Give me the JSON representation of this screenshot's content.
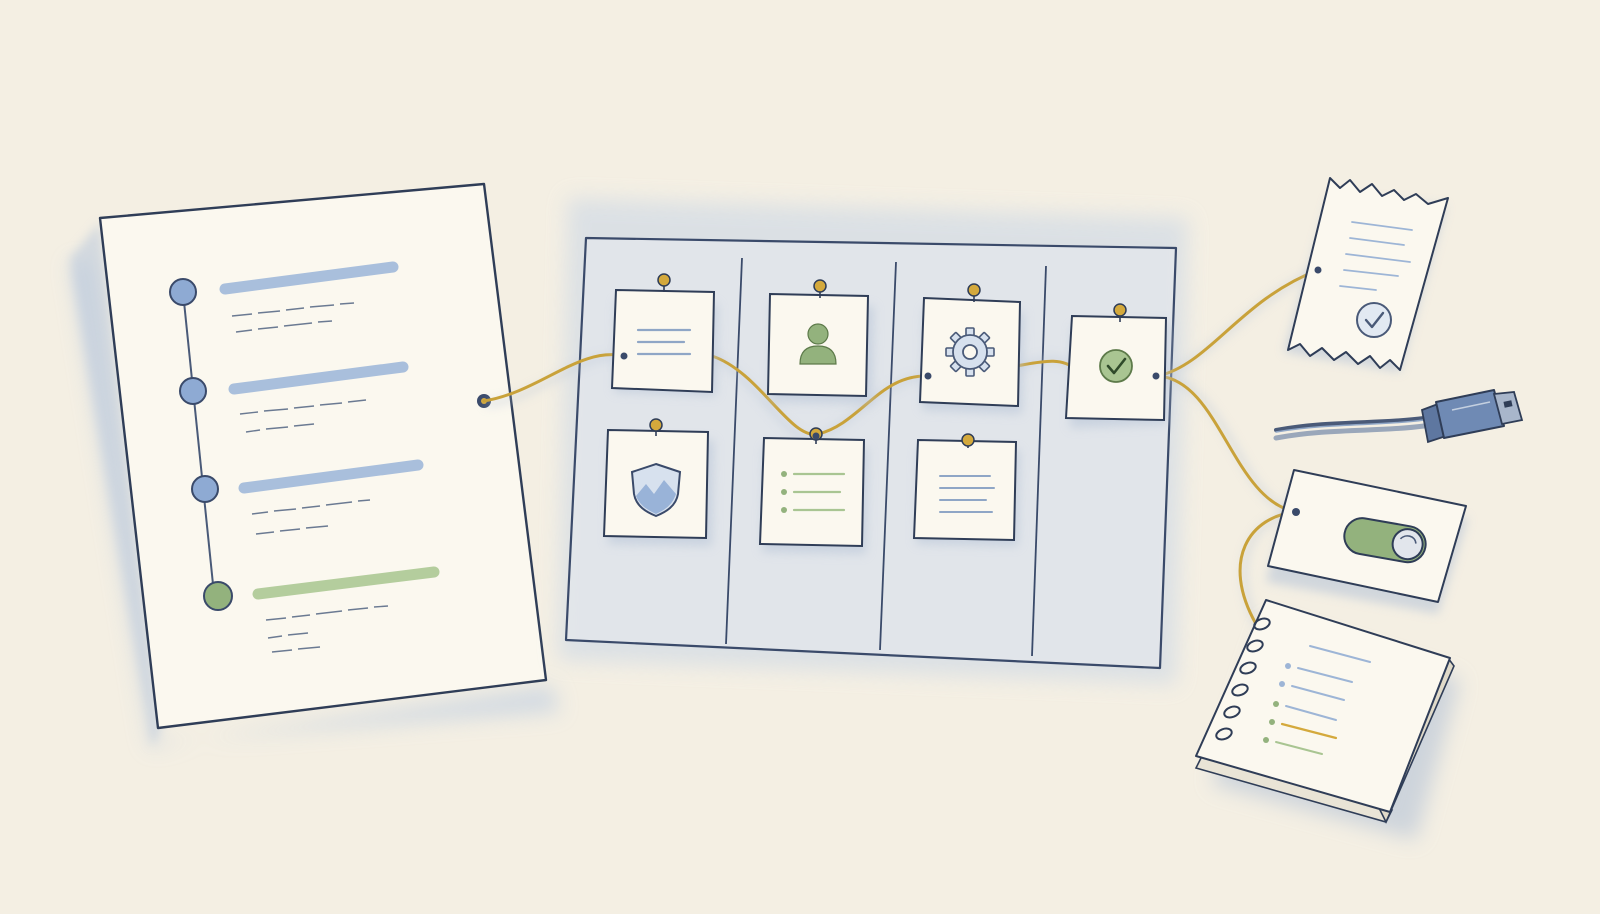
{
  "illustration": {
    "style": "watercolor-pencil sketch",
    "colors": {
      "paper": "#f4efe3",
      "ink": "#2f3d57",
      "blue_accent": "#9db5d6",
      "blue_node": "#8eaad3",
      "green_accent": "#a9c592",
      "green_node": "#93b27d",
      "string": "#c9a23a",
      "pin": "#d4a93c",
      "shadow": "#c9d3e0"
    },
    "roadmap_document": {
      "milestones": [
        {
          "state": "planned"
        },
        {
          "state": "planned"
        },
        {
          "state": "planned"
        },
        {
          "state": "done"
        }
      ]
    },
    "kanban_board": {
      "columns": 4,
      "cards": [
        {
          "column": 1,
          "icon": "text-lines-icon"
        },
        {
          "column": 1,
          "icon": "shield-icon"
        },
        {
          "column": 2,
          "icon": "user-icon"
        },
        {
          "column": 2,
          "icon": "checklist-icon"
        },
        {
          "column": 3,
          "icon": "gear-icon"
        },
        {
          "column": 3,
          "icon": "text-lines-icon"
        },
        {
          "column": 4,
          "icon": "check-circle-icon"
        }
      ]
    },
    "outputs": [
      {
        "item": "receipt",
        "icon": "check-badge-icon"
      },
      {
        "item": "usb-cable",
        "icon": "usb-plug-icon"
      },
      {
        "item": "toggle-card",
        "icon": "toggle-switch-icon",
        "toggle_on": true
      },
      {
        "item": "spiral-notebook",
        "icon": "notebook-icon"
      }
    ]
  }
}
